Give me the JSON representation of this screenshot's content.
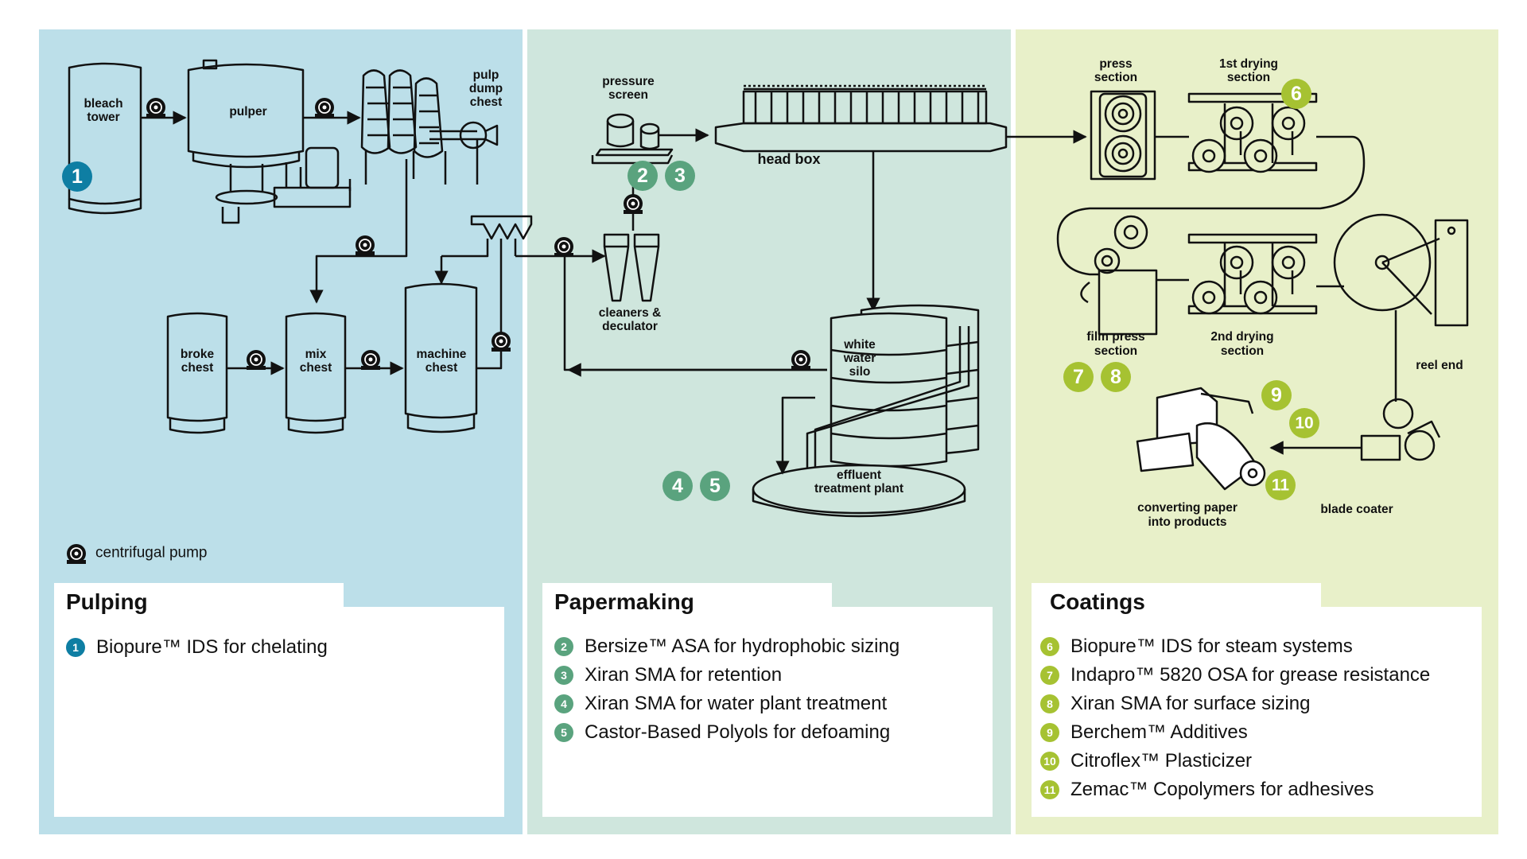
{
  "colors": {
    "pulping_bg": "#bcdfe9",
    "papermaking_bg": "#cfe6dd",
    "coatings_bg": "#e8f0c9",
    "badge_blue": "#0e7ea3",
    "badge_green": "#5aa37e",
    "badge_lime": "#a6c232"
  },
  "labels": {
    "bleach_tower_1": "bleach",
    "bleach_tower_2": "tower",
    "pulper": "pulper",
    "pulp_dump_1": "pulp",
    "pulp_dump_2": "dump",
    "pulp_dump_3": "chest",
    "broke_chest_1": "broke",
    "broke_chest_2": "chest",
    "mix_chest_1": "mix",
    "mix_chest_2": "chest",
    "machine_chest_1": "machine",
    "machine_chest_2": "chest",
    "pressure_screen_1": "pressure",
    "pressure_screen_2": "screen",
    "head_box": "head box",
    "cleaners_1": "cleaners &",
    "cleaners_2": "deculator",
    "white_water_1": "white",
    "white_water_2": "water",
    "white_water_3": "silo",
    "effluent_1": "effluent",
    "effluent_2": "treatment plant",
    "press_section_1": "press",
    "press_section_2": "section",
    "first_drying_1": "1st drying",
    "first_drying_2": "section",
    "film_press_1": "film press",
    "film_press_2": "section",
    "second_drying_1": "2nd drying",
    "second_drying_2": "section",
    "reel_end": "reel end",
    "blade_coater": "blade coater",
    "converting_1": "converting paper",
    "converting_2": "into products"
  },
  "badges": {
    "b1": "1",
    "b2": "2",
    "b3": "3",
    "b4": "4",
    "b5": "5",
    "b6": "6",
    "b7": "7",
    "b8": "8",
    "b9": "9",
    "b10": "10",
    "b11": "11"
  },
  "legend": {
    "pump_label": "centrifugal pump",
    "pump_icon": "centrifugal-pump-icon"
  },
  "cards": {
    "pulping": {
      "title": "Pulping",
      "items": [
        {
          "num": "1",
          "text": "Biopure™ IDS for chelating"
        }
      ]
    },
    "papermaking": {
      "title": "Papermaking",
      "items": [
        {
          "num": "2",
          "text": "Bersize™ ASA for hydrophobic sizing"
        },
        {
          "num": "3",
          "text": "Xiran SMA for retention"
        },
        {
          "num": "4",
          "text": "Xiran SMA for water plant treatment"
        },
        {
          "num": "5",
          "text": "Castor-Based Polyols for defoaming"
        }
      ]
    },
    "coatings": {
      "title": "Coatings",
      "items": [
        {
          "num": "6",
          "text": "Biopure™ IDS for steam systems"
        },
        {
          "num": "7",
          "text": "Indapro™ 5820 OSA for grease resistance"
        },
        {
          "num": "8",
          "text": "Xiran SMA for surface sizing"
        },
        {
          "num": "9",
          "text": "Berchem™ Additives"
        },
        {
          "num": "10",
          "text": "Citroflex™ Plasticizer"
        },
        {
          "num": "11",
          "text": "Zemac™ Copolymers for adhesives"
        }
      ]
    }
  }
}
